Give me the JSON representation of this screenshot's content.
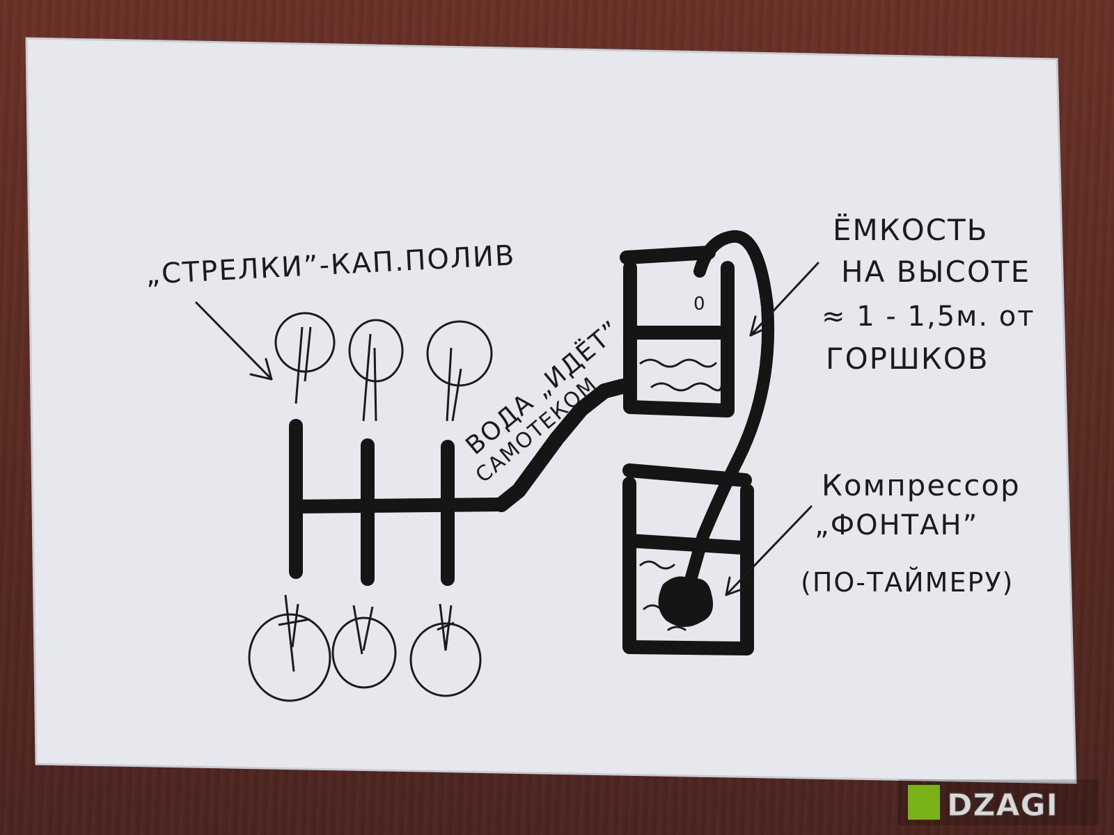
{
  "labels": {
    "arrows_label": "„СТРЕЛКИ”-КАП.ПОЛИВ",
    "tank_line1": "ЁМКОСТЬ",
    "tank_line2": "НА ВЫСОТЕ",
    "tank_line3": "≈ 1 - 1,5м. от",
    "tank_line4": "ГОРШКОВ",
    "water_line1": "ВОДА „ИДЁТ”",
    "water_line2": "САМОТЕКОМ",
    "compressor_line1": "Компрессор",
    "compressor_line2": "„ФОНТАН”",
    "compressor_line3": "(ПО-ТАЙМЕРУ)"
  },
  "watermark": {
    "text": "DZAGI",
    "accent_color": "#7ab317"
  },
  "colors": {
    "paper": "#e9ebf0",
    "ink": "#151515",
    "table": "#5e2d24"
  }
}
